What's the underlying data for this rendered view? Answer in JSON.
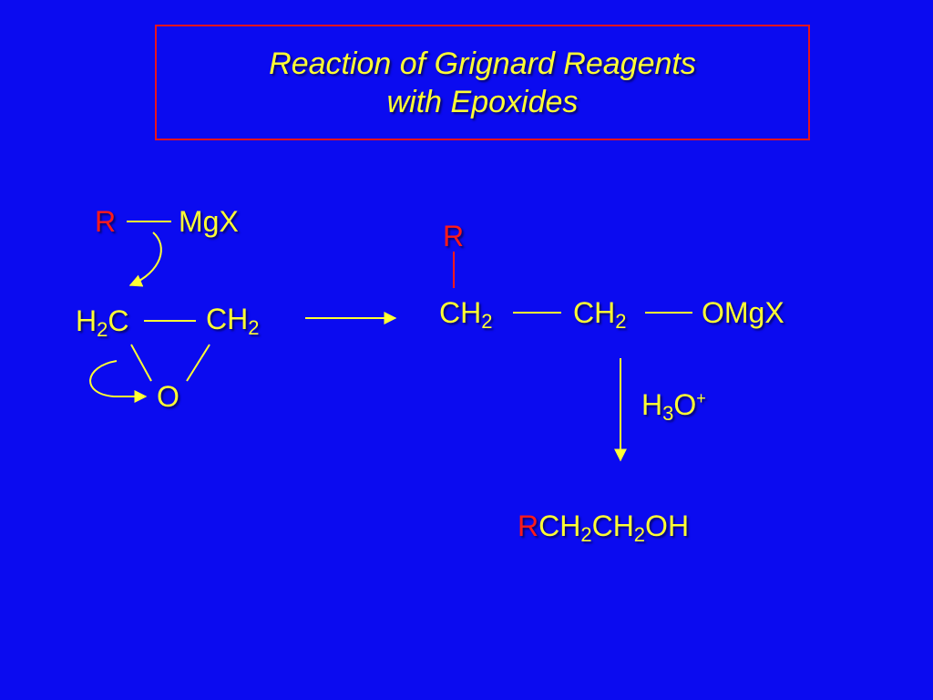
{
  "title": {
    "line1": "Reaction of Grignard Reagents",
    "line2": "with Epoxides"
  },
  "reactant": {
    "r": "R",
    "mgx": "MgX",
    "h2c_h": "H",
    "h2c_sub": "2",
    "h2c_c": "C",
    "ch2_ch": "CH",
    "ch2_sub": "2",
    "oxygen": "O"
  },
  "intermediate": {
    "r": "R",
    "ch2a_ch": "CH",
    "ch2a_sub": "2",
    "ch2b_ch": "CH",
    "ch2b_sub": "2",
    "omgx": "OMgX"
  },
  "reagent": {
    "h": "H",
    "h_sub": "3",
    "o": "O",
    "charge": "+"
  },
  "product": {
    "r": "R",
    "ch_1": "CH",
    "sub_1": "2",
    "ch_2": "CH",
    "sub_2": "2",
    "oh": "OH"
  },
  "colors": {
    "background": "#0b0bf0",
    "text": "#ffff33",
    "highlight_r": "#ff1a1a",
    "title_border": "#e8141c"
  }
}
